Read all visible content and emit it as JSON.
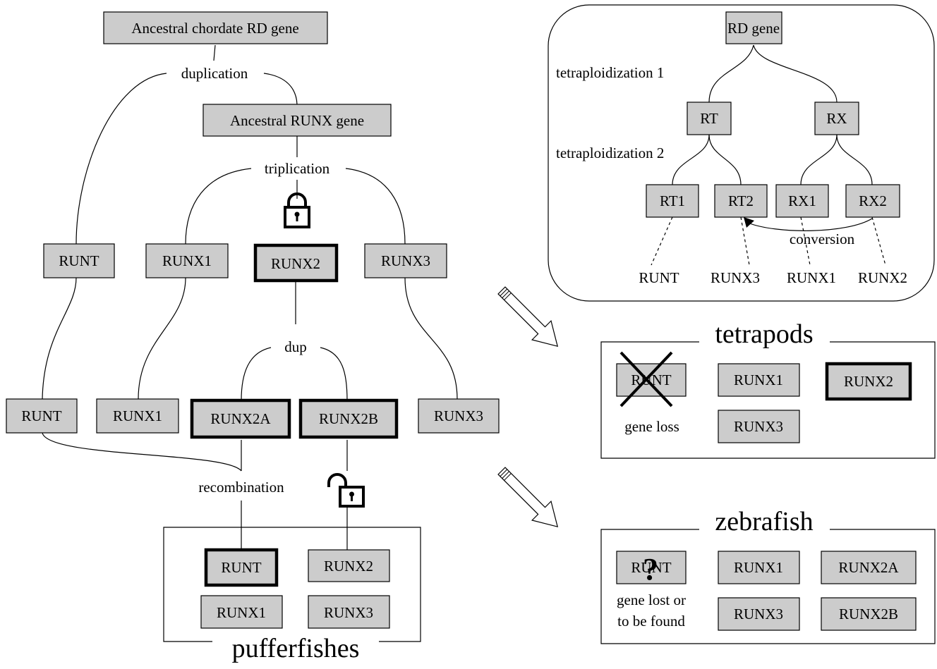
{
  "left": {
    "ancestral_rd": "Ancestral chordate RD gene",
    "duplication": "duplication",
    "ancestral_runx": "Ancestral RUNX gene",
    "triplication": "triplication",
    "runt_upper": "RUNT",
    "runx1_upper": "RUNX1",
    "runx2_upper": "RUNX2",
    "runx3_upper": "RUNX3",
    "dup": "dup",
    "runt_lower": "RUNT",
    "runx1_lower": "RUNX1",
    "runx2a": "RUNX2A",
    "runx2b": "RUNX2B",
    "runx3_lower": "RUNX3",
    "recombination": "recombination"
  },
  "pufferfishes": {
    "title": "pufferfishes",
    "runt": "RUNT",
    "runx2": "RUNX2",
    "runx1": "RUNX1",
    "runx3": "RUNX3"
  },
  "inset": {
    "rd_gene": "RD gene",
    "tetra1": "tetraploidization 1",
    "tetra2": "tetraploidization 2",
    "rt": "RT",
    "rx": "RX",
    "rt1": "RT1",
    "rt2": "RT2",
    "rx1": "RX1",
    "rx2": "RX2",
    "conversion": "conversion",
    "out_runt": "RUNT",
    "out_runx3": "RUNX3",
    "out_runx1": "RUNX1",
    "out_runx2": "RUNX2"
  },
  "tetrapods": {
    "title": "tetrapods",
    "runt": "RUNT",
    "runx1": "RUNX1",
    "runx2": "RUNX2",
    "runx3": "RUNX3",
    "gene_loss": "gene loss"
  },
  "zebrafish": {
    "title": "zebrafish",
    "runt": "RUNT",
    "question": "?",
    "runx1": "RUNX1",
    "runx2a": "RUNX2A",
    "runx3": "RUNX3",
    "runx2b": "RUNX2B",
    "note_line1": "gene lost or",
    "note_line2": "to be found"
  },
  "icons": {
    "locked": "padlock-closed-icon",
    "unlocked": "padlock-open-icon",
    "arrow": "hollow-arrow-icon",
    "cross": "x-cross-icon"
  },
  "colors": {
    "box_fill": "#cccccc",
    "line": "#000000"
  }
}
